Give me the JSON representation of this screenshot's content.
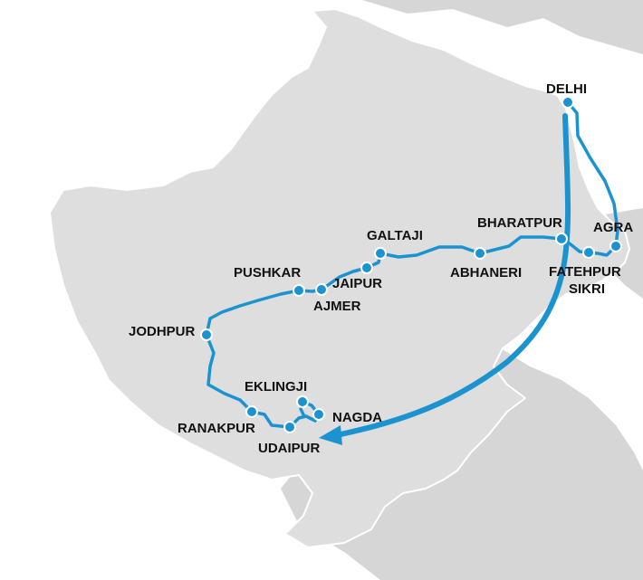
{
  "colors": {
    "background": "#ffffff",
    "region_fill": "#dedede",
    "surrounding_fill": "#d6d6d6",
    "route": "#1b93d0",
    "stop_fill": "#1b93d0",
    "stop_stroke": "#ffffff",
    "label": "#111111"
  },
  "route": {
    "direction": "Delhi to Udaipur return arrow",
    "arrowhead": "pointing-left"
  },
  "stops": [
    {
      "id": "delhi",
      "label": "DELHI"
    },
    {
      "id": "agra",
      "label": "AGRA"
    },
    {
      "id": "fatehpur-sikri",
      "label_line1": "FATEHPUR",
      "label_line2": "SIKRI"
    },
    {
      "id": "bharatpur",
      "label": "BHARATPUR"
    },
    {
      "id": "abhaneri",
      "label": "ABHANERI"
    },
    {
      "id": "galtaji",
      "label": "GALTAJI"
    },
    {
      "id": "jaipur",
      "label": "JAIPUR"
    },
    {
      "id": "ajmer",
      "label": "AJMER"
    },
    {
      "id": "pushkar",
      "label": "PUSHKAR"
    },
    {
      "id": "jodhpur",
      "label": "JODHPUR"
    },
    {
      "id": "eklingji",
      "label": "EKLINGJI"
    },
    {
      "id": "nagda",
      "label": "NAGDA"
    },
    {
      "id": "ranakpur",
      "label": "RANAKPUR"
    },
    {
      "id": "udaipur",
      "label": "UDAIPUR"
    }
  ]
}
